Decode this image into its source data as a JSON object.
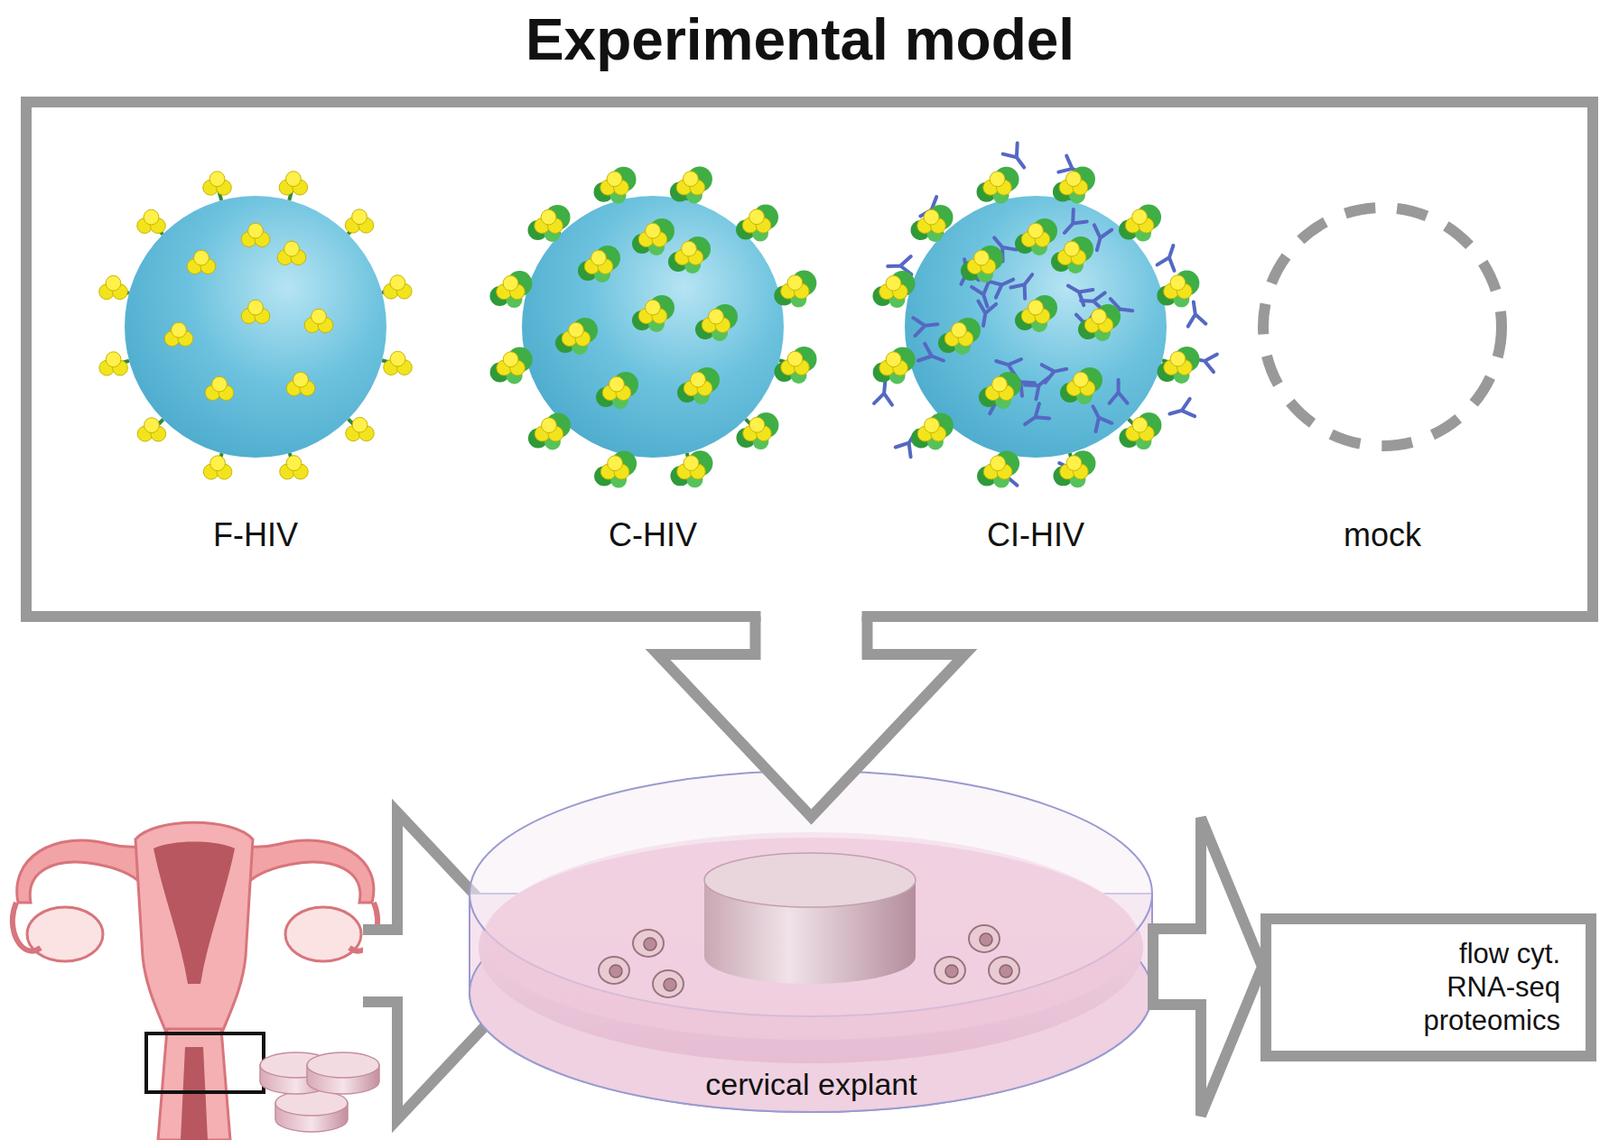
{
  "diagram": {
    "title": "Experimental model",
    "nodes": [
      {
        "text": [
          "F-HIV",
          "C-HIV",
          "CI-HIV",
          "mock"
        ]
      },
      {
        "text": [
          "cervical explant"
        ]
      },
      {
        "text": [
          "flow cyt. RNA-seq proteomics"
        ]
      }
    ],
    "edges": [
      {
        "from": 0,
        "to": 1,
        "arrow": "to"
      },
      {
        "from": 1,
        "to": 2,
        "arrow": "to"
      }
    ]
  }
}
